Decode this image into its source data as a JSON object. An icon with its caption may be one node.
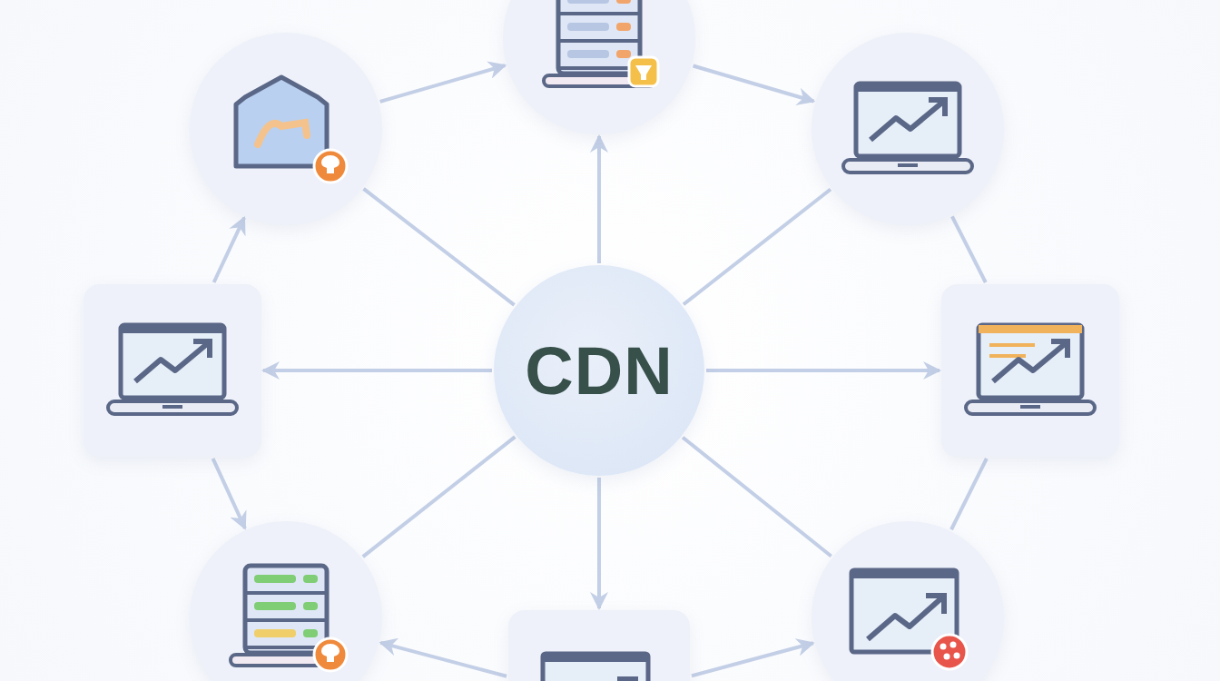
{
  "diagram": {
    "nodes": [
      {
        "text": [
          "CDN"
        ]
      },
      {
        "text": [],
        "shape": "circle"
      },
      {
        "text": [],
        "shape": "circle"
      },
      {
        "text": [],
        "shape": "circle"
      },
      {
        "text": [],
        "shape": "box"
      },
      {
        "text": [],
        "shape": "box"
      },
      {
        "text": [],
        "shape": "circle"
      },
      {
        "text": [],
        "shape": "box"
      },
      {
        "text": [],
        "shape": "circle"
      }
    ],
    "edges": [
      {
        "from": 0,
        "to": 1,
        "arrow": "to"
      },
      {
        "from": 0,
        "to": 2,
        "arrow": "none"
      },
      {
        "from": 0,
        "to": 3,
        "arrow": "none"
      },
      {
        "from": 0,
        "to": 4,
        "arrow": "to"
      },
      {
        "from": 0,
        "to": 5,
        "arrow": "to"
      },
      {
        "from": 0,
        "to": 6,
        "arrow": "none"
      },
      {
        "from": 0,
        "to": 7,
        "arrow": "to"
      },
      {
        "from": 0,
        "to": 8,
        "arrow": "none"
      },
      {
        "from": 2,
        "to": 1,
        "arrow": "to"
      },
      {
        "from": 1,
        "to": 3,
        "arrow": "to"
      },
      {
        "from": 3,
        "to": 5,
        "arrow": "none"
      },
      {
        "from": 5,
        "to": 8,
        "arrow": "none"
      },
      {
        "from": 7,
        "to": 8,
        "arrow": "to"
      },
      {
        "from": 7,
        "to": 6,
        "arrow": "to"
      },
      {
        "from": 4,
        "to": 6,
        "arrow": "to"
      },
      {
        "from": 4,
        "to": 2,
        "arrow": "to"
      }
    ]
  }
}
